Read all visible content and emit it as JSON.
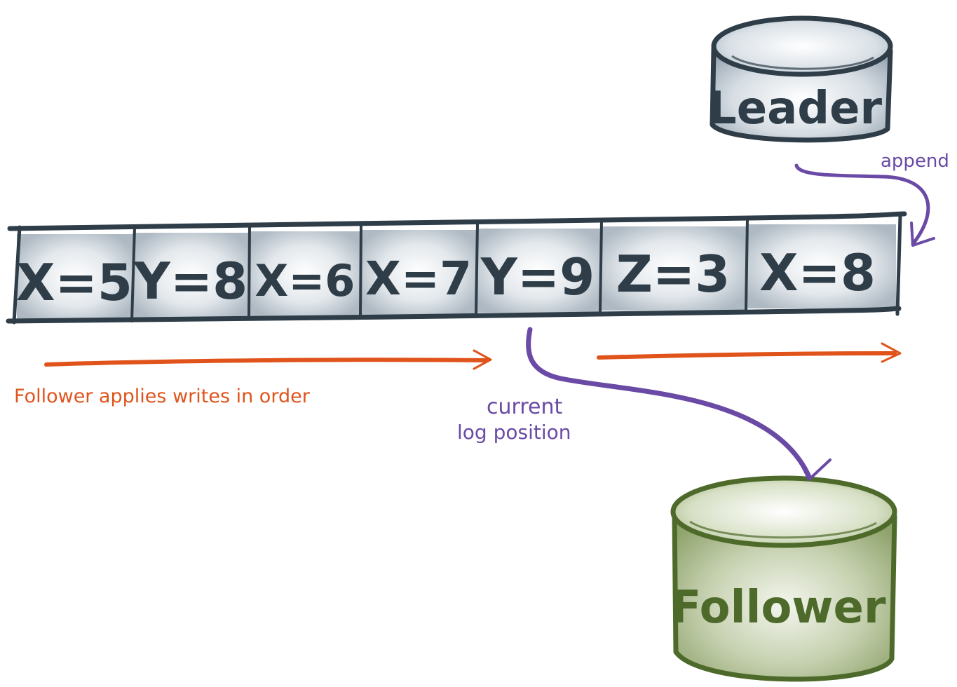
{
  "log": {
    "entries": [
      "X=5",
      "Y=8",
      "X=6",
      "X=7",
      "Y=9",
      "Z=3",
      "X=8"
    ]
  },
  "leader": {
    "label": "Leader"
  },
  "follower": {
    "label": "Follower"
  },
  "annotations": {
    "append": "append",
    "follower_applies": "Follower applies writes in order",
    "current_position_line1": "current",
    "current_position_line2": "log position"
  },
  "colors": {
    "ink": "#2e3d48",
    "log_shade": "#b7c2cc",
    "follower_ink": "#4d6a2a",
    "follower_shade": "#8fa36c",
    "orange": "#e0541c",
    "purple": "#6a4aa5"
  }
}
